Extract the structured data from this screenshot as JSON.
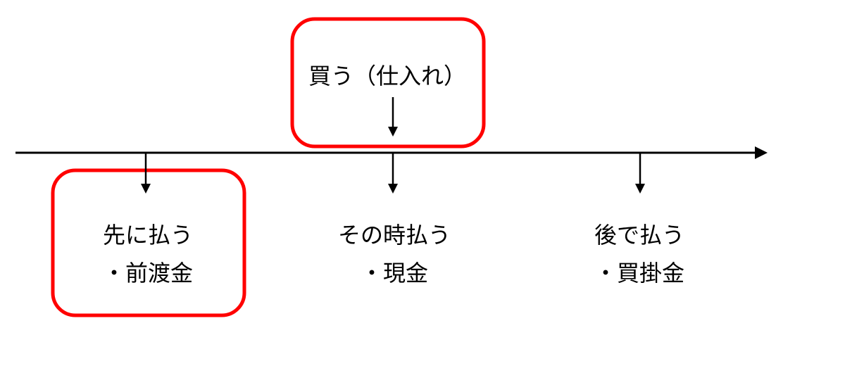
{
  "colors": {
    "highlight": "#ff0000",
    "line": "#000000",
    "background": "#ffffff"
  },
  "purchase": {
    "label": "買う（仕入れ）",
    "highlighted": true
  },
  "payments": [
    {
      "title": "先に払う",
      "account": "・前渡金",
      "highlighted": true
    },
    {
      "title": "その時払う",
      "account": "・現金",
      "highlighted": false
    },
    {
      "title": "後で払う",
      "account": "・買掛金",
      "highlighted": false
    }
  ]
}
